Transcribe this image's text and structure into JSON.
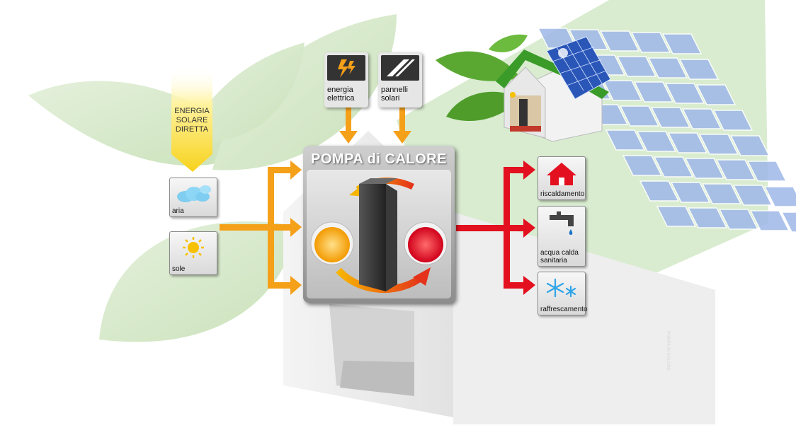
{
  "center": {
    "title": "POMPA di CALORE",
    "unit_label": "POMPA DI CALORE"
  },
  "sun_beam": {
    "label_lines": [
      "ENERGIA",
      "SOLARE",
      "DIRETTA"
    ]
  },
  "inputs_top": [
    {
      "label_lines": [
        "energia",
        "elettrica"
      ],
      "icon": "lightning-icon"
    },
    {
      "label_lines": [
        "pannelli",
        "solari"
      ],
      "icon": "solar-panel-icon"
    }
  ],
  "inputs_left": [
    {
      "label": "aria",
      "icon": "cloud-icon"
    },
    {
      "label": "sole",
      "icon": "sun-icon"
    }
  ],
  "outputs": [
    {
      "label_lines": [
        "riscaldamento"
      ],
      "icon": "house-icon"
    },
    {
      "label_lines": [
        "acqua calda",
        "sanitaria"
      ],
      "icon": "faucet-icon"
    },
    {
      "label_lines": [
        "raffrescamento"
      ],
      "icon": "snowflake-icon"
    }
  ],
  "colors": {
    "input_arrow": "#f5a019",
    "output_arrow": "#e3101f",
    "leaf": "#a8cf8e",
    "house_wall": "#ececec",
    "roof_green": "#c6e3b3",
    "panel_blue": "#9fb8e8",
    "pompa_title": "#ffffff"
  }
}
